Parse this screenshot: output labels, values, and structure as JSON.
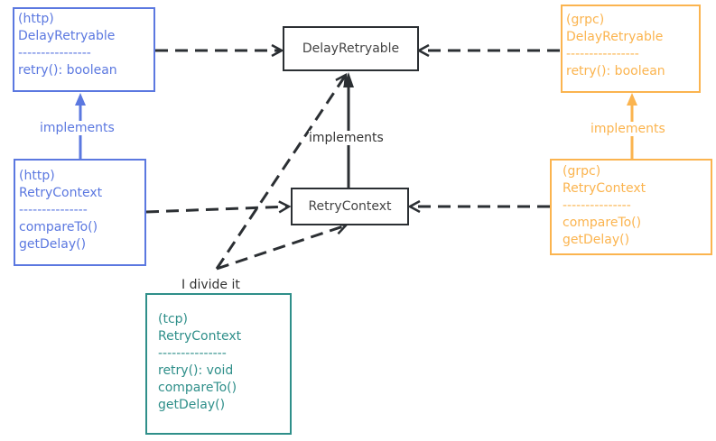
{
  "diagram": {
    "colors": {
      "http": "#5b78e0",
      "grpc": "#fbb44f",
      "tcp": "#2f8f8a",
      "core": "#2b2f33"
    },
    "http_delay_retryable": {
      "tag": "(http)",
      "name": "DelayRetryable",
      "separator": "----------------",
      "methods": [
        "retry(): boolean"
      ]
    },
    "http_retry_context": {
      "tag": "(http)",
      "name": "RetryContext",
      "separator": "---------------",
      "methods": [
        "compareTo()",
        "getDelay()"
      ]
    },
    "grpc_delay_retryable": {
      "tag": "(grpc)",
      "name": "DelayRetryable",
      "separator": "----------------",
      "methods": [
        "retry(): boolean"
      ]
    },
    "grpc_retry_context": {
      "tag": "(grpc)",
      "name": "RetryContext",
      "separator": "---------------",
      "methods": [
        "compareTo()",
        "getDelay()"
      ]
    },
    "tcp_retry_context": {
      "tag": "(tcp)",
      "name": "RetryContext",
      "separator": "---------------",
      "methods": [
        "retry(): void",
        "compareTo()",
        "getDelay()"
      ]
    },
    "core_delay_retryable": {
      "name": "DelayRetryable"
    },
    "core_retry_context": {
      "name": "RetryContext"
    },
    "labels": {
      "http_implements": "implements",
      "grpc_implements": "implements",
      "core_implements": "implements",
      "divide": "I divide it"
    }
  }
}
